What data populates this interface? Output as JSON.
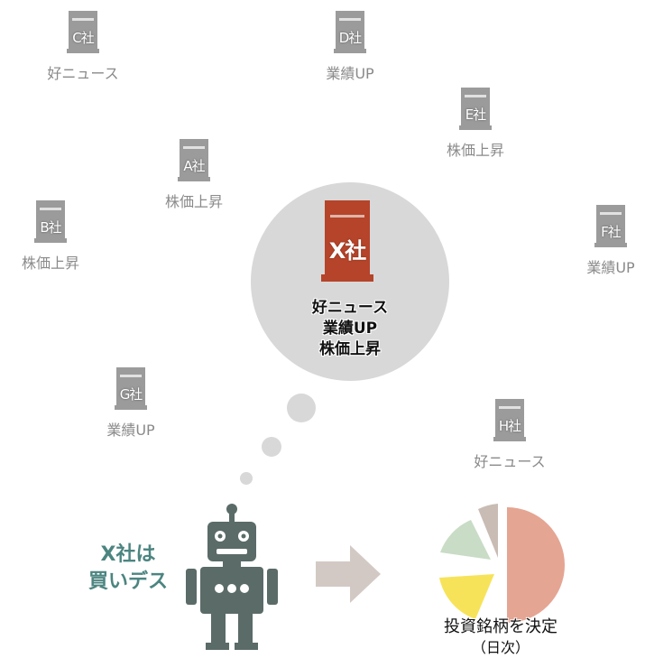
{
  "colors": {
    "building_gray": "#9b9b9b",
    "building_red": "#b5442a",
    "bubble": "#d8d8d8",
    "robot": "#5a6b68",
    "arrow": "#d3c9c4",
    "text_teal": "#4c8580",
    "pie_salmon": "#e5a593",
    "pie_yellow": "#f7e35a",
    "pie_green": "#c9dcc6",
    "pie_tan": "#c9bcb4"
  },
  "icons": {
    "building": "building-icon",
    "robot": "robot-icon",
    "arrow": "right-arrow-icon",
    "pie": "pie-chart-icon"
  },
  "companies": [
    {
      "name": "C社",
      "label": "好ニュース"
    },
    {
      "name": "D社",
      "label": "業績UP"
    },
    {
      "name": "E社",
      "label": "株価上昇"
    },
    {
      "name": "A社",
      "label": "株価上昇"
    },
    {
      "name": "B社",
      "label": "株価上昇"
    },
    {
      "name": "F社",
      "label": "業績UP"
    },
    {
      "name": "G社",
      "label": "業績UP"
    },
    {
      "name": "H社",
      "label": "好ニュース"
    }
  ],
  "focus": {
    "name": "X社",
    "lines": [
      "好ニュース",
      "業績UP",
      "株価上昇"
    ]
  },
  "robot_speech": [
    "X社は",
    "買いデス"
  ],
  "pie_caption": {
    "line1": "投資銘柄を決定",
    "line2": "（日次）"
  }
}
